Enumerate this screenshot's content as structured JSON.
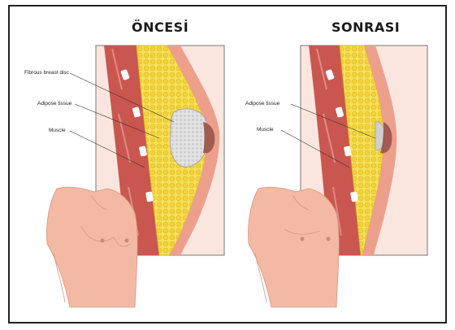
{
  "titles": {
    "before": "ÖNCESİ",
    "after": "SONRASI"
  },
  "labels": {
    "before": {
      "fibrous": "Fibrous breast disc",
      "adipose": "Adipose tissue",
      "muscle": "Muscle"
    },
    "after": {
      "adipose": "Adipose tissue",
      "muscle": "Muscle"
    }
  },
  "colors": {
    "skin": "#f3b9a4",
    "muscle": "#c9574f",
    "fat": "#f5e04a",
    "gland": "#dcdcdc",
    "areola": "#a35a52"
  }
}
